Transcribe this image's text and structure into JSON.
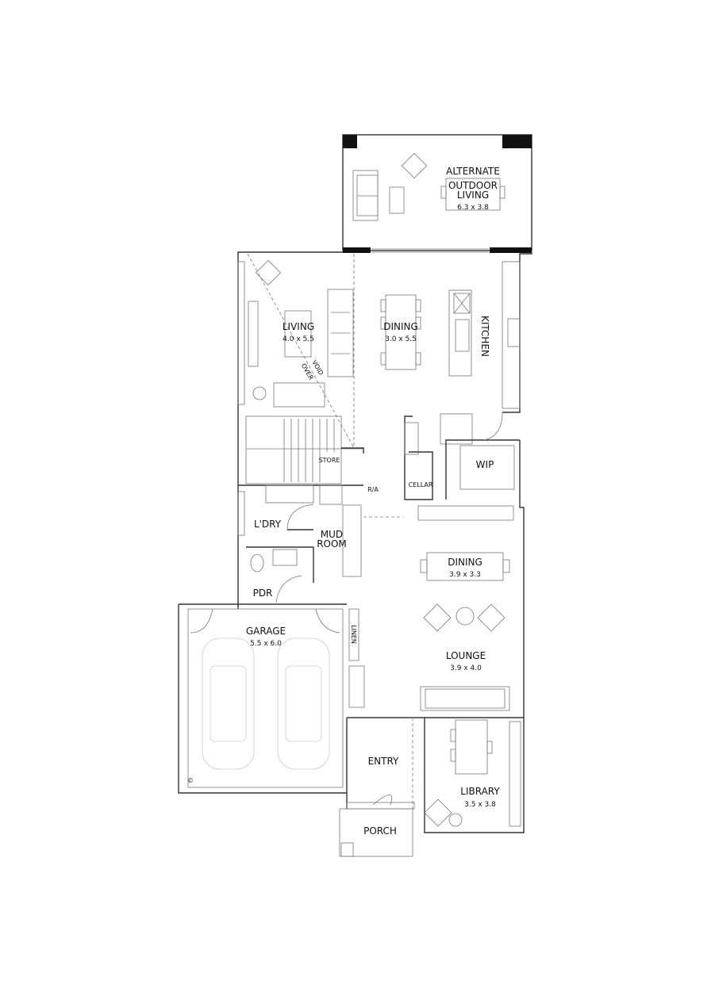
{
  "rooms": {
    "outdoor": {
      "line1": "ALTERNATE",
      "line2": "OUTDOOR",
      "line3": "LIVING",
      "size": "6.3 x 3.8"
    },
    "living": {
      "name": "LIVING",
      "size": "4.0 x 5.5"
    },
    "dining_upper": {
      "name": "DINING",
      "size": "3.0 x 5.5"
    },
    "kitchen": {
      "name": "KITCHEN"
    },
    "void": {
      "line1": "VOID",
      "line2": "OVER"
    },
    "store": {
      "name": "STORE"
    },
    "ra": {
      "name": "R/A"
    },
    "cellar": {
      "name": "CELLAR"
    },
    "wip": {
      "name": "WIP"
    },
    "laundry": {
      "name": "L'DRY"
    },
    "mudroom": {
      "line1": "MUD",
      "line2": "ROOM"
    },
    "pdr": {
      "name": "PDR"
    },
    "dining_lower": {
      "name": "DINING",
      "size": "3.9 x 3.3"
    },
    "garage": {
      "name": "GARAGE",
      "size": "5.5 x 6.0"
    },
    "linen": {
      "name": "LINEN"
    },
    "lounge": {
      "name": "LOUNGE",
      "size": "3.9 x 4.0"
    },
    "entry": {
      "name": "ENTRY"
    },
    "library": {
      "name": "LIBRARY",
      "size": "3.5 x 3.8"
    },
    "porch": {
      "name": "PORCH"
    }
  },
  "copyright_symbol": "©"
}
